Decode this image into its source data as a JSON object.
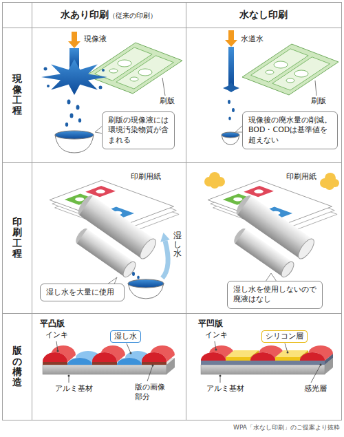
{
  "diagram": {
    "caption": "WPA「水なし印刷」のご提案より抜粋",
    "nodes": [
      {
        "text": [
          "水あり印刷",
          "（従来の印刷）"
        ]
      },
      {
        "text": [
          "水なし印刷"
        ]
      },
      {
        "text": [
          "現像工程"
        ]
      },
      {
        "text": [
          "刷版の現像液には環境汚染物質が含まれる"
        ]
      },
      {
        "text": [
          "現像後の廃水量の削減。BOD・CODは基準値を超えない"
        ]
      },
      {
        "text": [
          "印刷工程"
        ]
      },
      {
        "text": [
          "湿し水を大量に使用"
        ]
      },
      {
        "text": [
          "湿し水を使用しないので廃液はなし"
        ]
      },
      {
        "text": [
          "版の構造"
        ]
      },
      {
        "text": [
          "湿し水"
        ]
      },
      {
        "text": [
          "シリコン層"
        ]
      }
    ],
    "labels": [
      "現像液",
      "刷版",
      "水道水",
      "刷版",
      "印刷用紙",
      "湿し水",
      "印刷用紙",
      "平凸版",
      "平凹版",
      "インキ",
      "アルミ基材",
      "版の画像部分",
      "インキ",
      "アルミ基材",
      "感光層"
    ]
  }
}
